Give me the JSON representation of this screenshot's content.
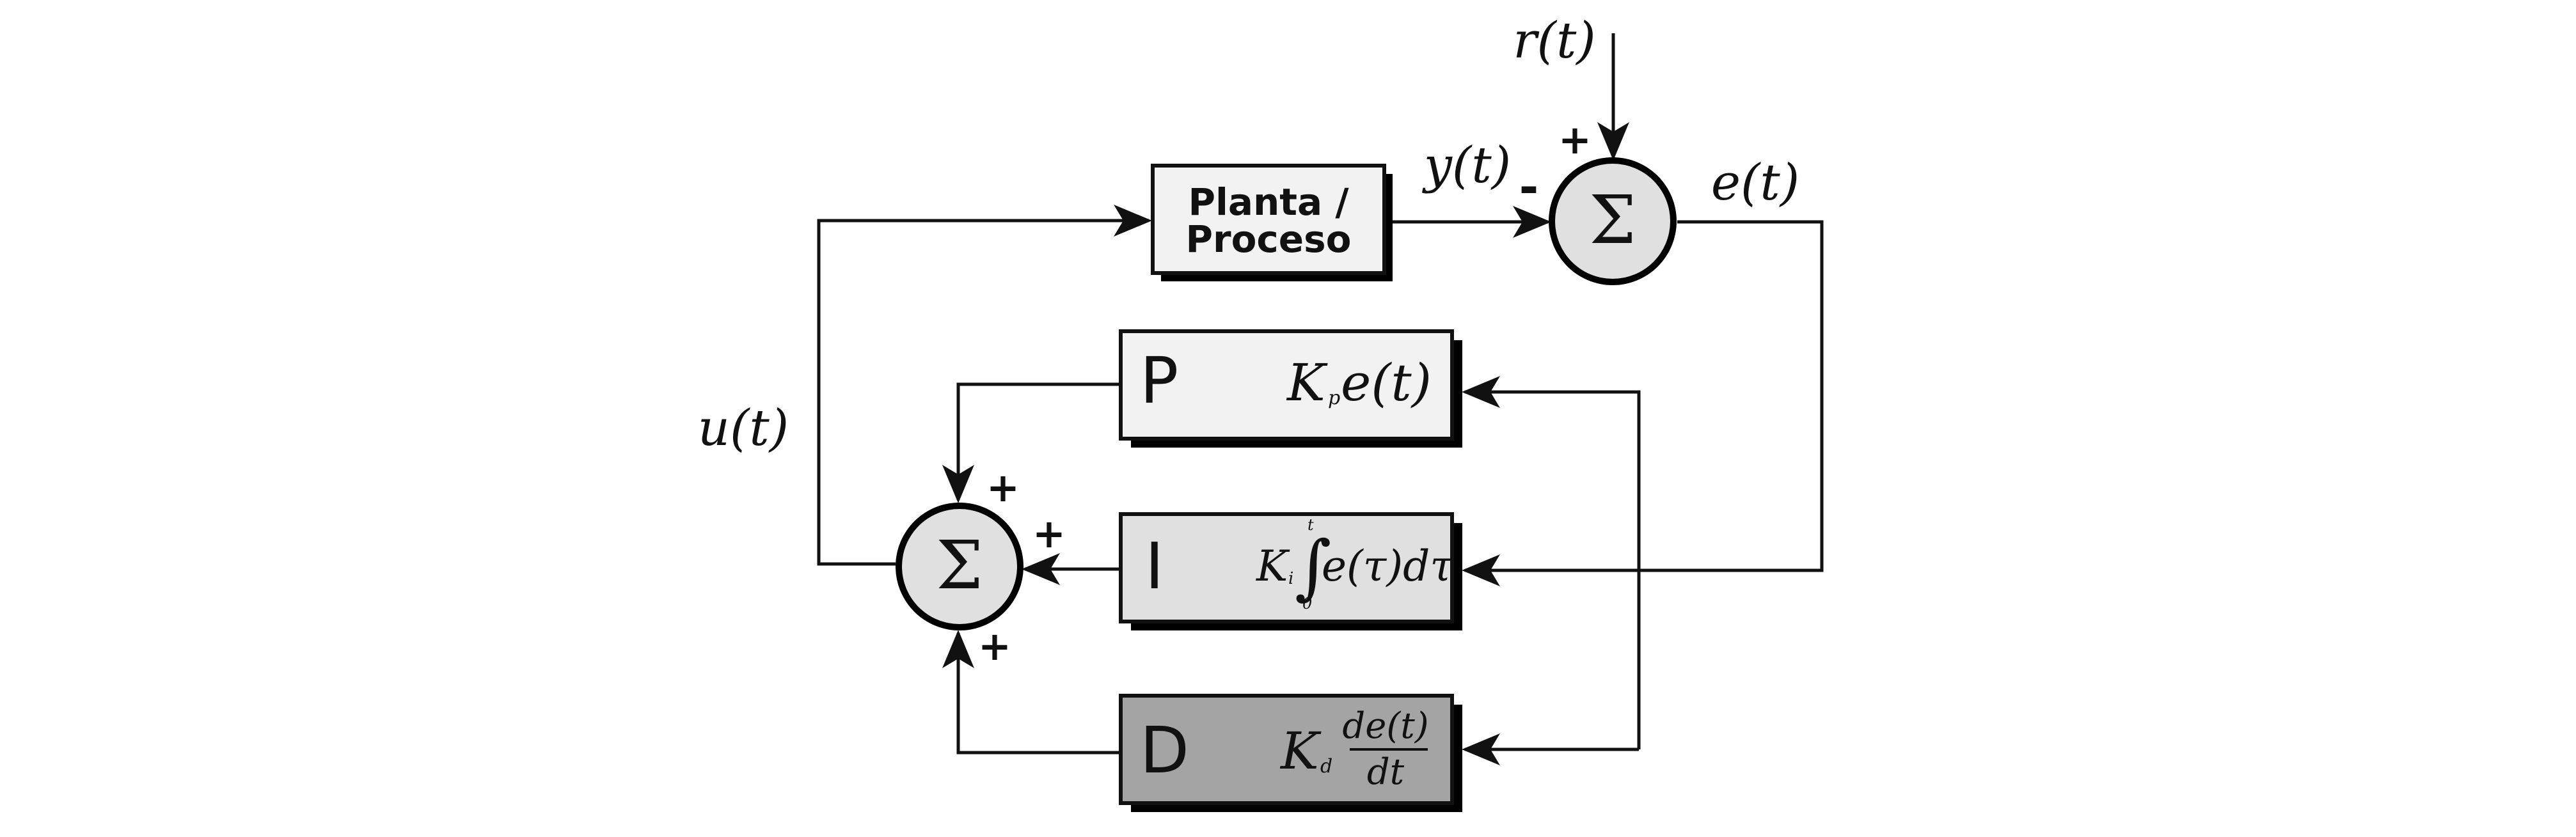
{
  "signals": {
    "reference": "r(t)",
    "output": "y(t)",
    "error": "e(t)",
    "control": "u(t)"
  },
  "plant": {
    "line1": "Planta /",
    "line2": "Proceso"
  },
  "sum_top": {
    "symbol": "Σ",
    "sign_plus": "+",
    "sign_minus": "-"
  },
  "sum_left": {
    "symbol": "Σ",
    "sign_p": "+",
    "sign_i": "+",
    "sign_d": "+"
  },
  "blocks": {
    "p": {
      "letter": "P",
      "gain": "K",
      "gain_sub": "p",
      "term": "e(t)"
    },
    "i": {
      "letter": "I",
      "gain": "K",
      "gain_sub": "i",
      "integral": "∫",
      "upper": "t",
      "lower": "0",
      "term": "e(τ)dτ"
    },
    "d": {
      "letter": "D",
      "gain": "K",
      "gain_sub": "d",
      "numerator": "de(t)",
      "denominator": "dt"
    }
  },
  "colors": {
    "plant_fill": "#f2f2f2",
    "p_fill": "#f2f2f2",
    "i_fill": "#e0e0e0",
    "d_fill": "#a4a4a4",
    "sum_fill": "#e0e0e0",
    "line": "#111111"
  }
}
